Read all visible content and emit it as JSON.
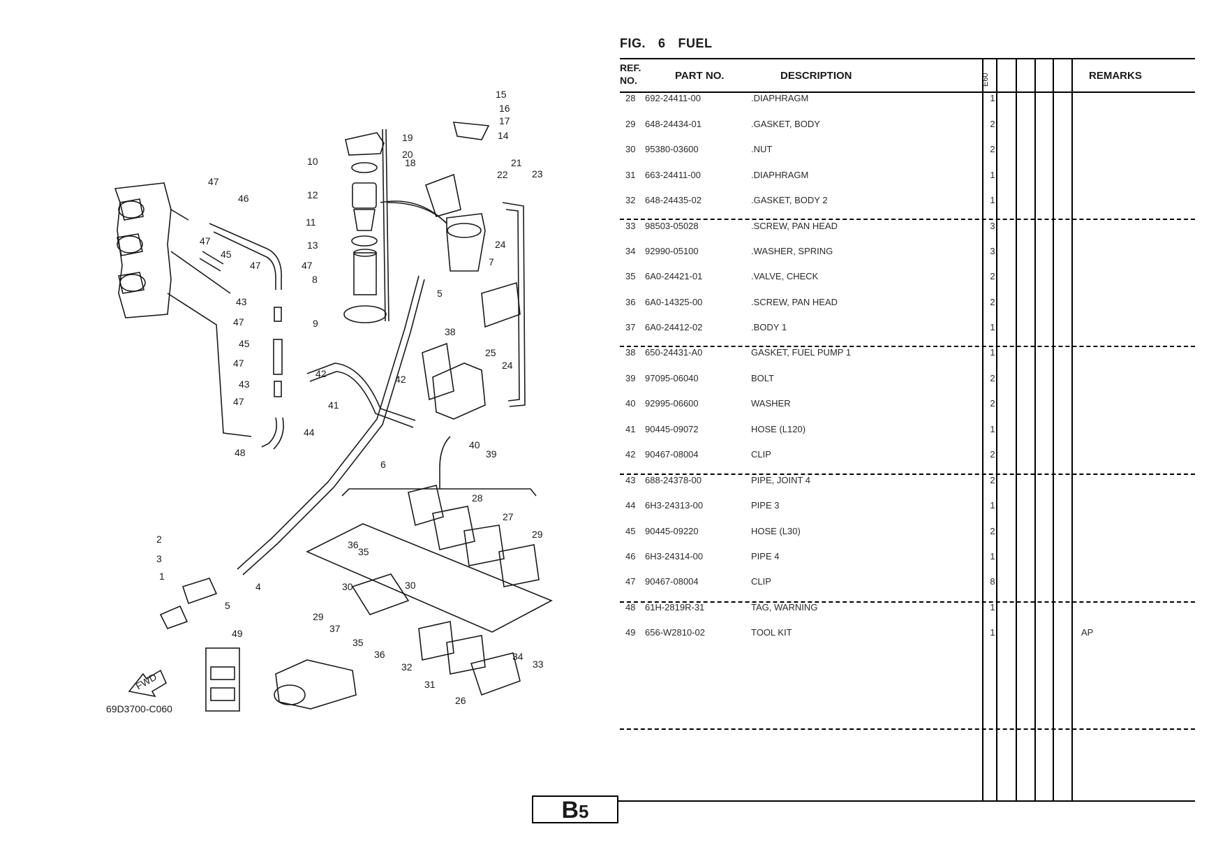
{
  "figure": {
    "label": "FIG.",
    "number": "6",
    "name": "FUEL"
  },
  "diagram": {
    "code": "69D3700-C060",
    "fwd": "FWD",
    "callouts": [
      "1",
      "2",
      "3",
      "4",
      "5",
      "5",
      "6",
      "7",
      "8",
      "9",
      "10",
      "11",
      "12",
      "13",
      "14",
      "15",
      "16",
      "17",
      "18",
      "19",
      "20",
      "21",
      "22",
      "23",
      "24",
      "24",
      "25",
      "26",
      "27",
      "28",
      "29",
      "29",
      "30",
      "30",
      "31",
      "32",
      "33",
      "34",
      "35",
      "35",
      "36",
      "36",
      "37",
      "38",
      "39",
      "40",
      "41",
      "42",
      "42",
      "43",
      "43",
      "44",
      "45",
      "45",
      "46",
      "47",
      "47",
      "47",
      "47",
      "47",
      "47",
      "47",
      "48",
      "49"
    ]
  },
  "table": {
    "headers": {
      "ref": "REF.",
      "no": "NO.",
      "part": "PART NO.",
      "desc": "DESCRIPTION",
      "model": "E60",
      "remarks": "REMARKS"
    },
    "rows": [
      {
        "ref": "28",
        "part": "692-24411-00",
        "desc": ".DIAPHRAGM",
        "qty": "1",
        "rem": ""
      },
      {
        "ref": "29",
        "part": "648-24434-01",
        "desc": ".GASKET, BODY",
        "qty": "2",
        "rem": ""
      },
      {
        "ref": "30",
        "part": "95380-03600",
        "desc": ".NUT",
        "qty": "2",
        "rem": ""
      },
      {
        "ref": "31",
        "part": "663-24411-00",
        "desc": ".DIAPHRAGM",
        "qty": "1",
        "rem": ""
      },
      {
        "ref": "32",
        "part": "648-24435-02",
        "desc": ".GASKET, BODY 2",
        "qty": "1",
        "rem": ""
      },
      {
        "ref": "33",
        "part": "98503-05028",
        "desc": ".SCREW, PAN HEAD",
        "qty": "3",
        "rem": ""
      },
      {
        "ref": "34",
        "part": "92990-05100",
        "desc": ".WASHER, SPRING",
        "qty": "3",
        "rem": ""
      },
      {
        "ref": "35",
        "part": "6A0-24421-01",
        "desc": ".VALVE, CHECK",
        "qty": "2",
        "rem": ""
      },
      {
        "ref": "36",
        "part": "6A0-14325-00",
        "desc": ".SCREW, PAN HEAD",
        "qty": "2",
        "rem": ""
      },
      {
        "ref": "37",
        "part": "6A0-24412-02",
        "desc": ".BODY 1",
        "qty": "1",
        "rem": ""
      },
      {
        "ref": "38",
        "part": "650-24431-A0",
        "desc": "GASKET, FUEL PUMP 1",
        "qty": "1",
        "rem": ""
      },
      {
        "ref": "39",
        "part": "97095-06040",
        "desc": "BOLT",
        "qty": "2",
        "rem": ""
      },
      {
        "ref": "40",
        "part": "92995-06600",
        "desc": "WASHER",
        "qty": "2",
        "rem": ""
      },
      {
        "ref": "41",
        "part": "90445-09072",
        "desc": "HOSE (L120)",
        "qty": "1",
        "rem": ""
      },
      {
        "ref": "42",
        "part": "90467-08004",
        "desc": "CLIP",
        "qty": "2",
        "rem": ""
      },
      {
        "ref": "43",
        "part": "688-24378-00",
        "desc": "PIPE, JOINT 4",
        "qty": "2",
        "rem": ""
      },
      {
        "ref": "44",
        "part": "6H3-24313-00",
        "desc": "PIPE 3",
        "qty": "1",
        "rem": ""
      },
      {
        "ref": "45",
        "part": "90445-09220",
        "desc": "HOSE (L30)",
        "qty": "2",
        "rem": ""
      },
      {
        "ref": "46",
        "part": "6H3-24314-00",
        "desc": "PIPE 4",
        "qty": "1",
        "rem": ""
      },
      {
        "ref": "47",
        "part": "90467-08004",
        "desc": "CLIP",
        "qty": "8",
        "rem": ""
      },
      {
        "ref": "48",
        "part": "61H-2819R-31",
        "desc": "TAG, WARNING",
        "qty": "1",
        "rem": ""
      },
      {
        "ref": "49",
        "part": "656-W2810-02",
        "desc": "TOOL KIT",
        "qty": "1",
        "rem": "AP"
      }
    ]
  },
  "page": {
    "letter": "B",
    "number": "5"
  }
}
